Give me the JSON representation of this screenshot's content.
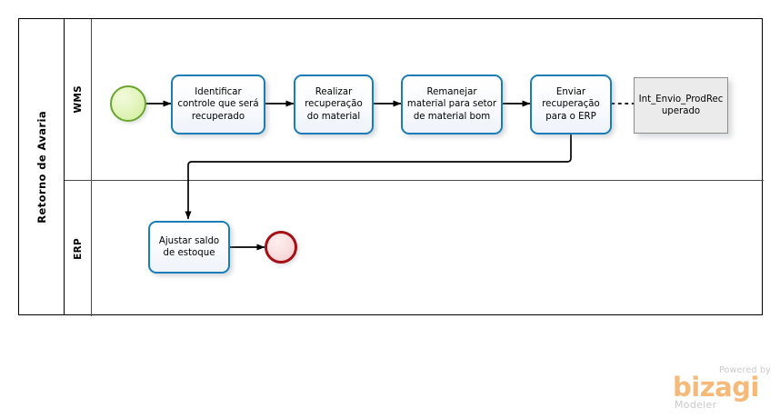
{
  "diagram": {
    "type": "bpmn-process",
    "pool": {
      "label": "Retorno de Avaria",
      "lanes": [
        {
          "id": "wms",
          "label": "WMS"
        },
        {
          "id": "erp",
          "label": "ERP"
        }
      ]
    },
    "events": [
      {
        "id": "start",
        "kind": "start-event",
        "lane": "wms",
        "label": ""
      },
      {
        "id": "end",
        "kind": "end-event",
        "lane": "erp",
        "label": ""
      }
    ],
    "tasks": [
      {
        "id": "t1",
        "lane": "wms",
        "label": "Identificar controle que será recuperado"
      },
      {
        "id": "t2",
        "lane": "wms",
        "label": "Realizar recuperação do material"
      },
      {
        "id": "t3",
        "lane": "wms",
        "label": "Remanejar material para setor de material bom"
      },
      {
        "id": "t4",
        "lane": "wms",
        "label": "Enviar recuperação para o ERP"
      },
      {
        "id": "t5",
        "lane": "erp",
        "label": "Ajustar saldo de estoque"
      }
    ],
    "data_objects": [
      {
        "id": "d1",
        "lane": "wms",
        "label": "Int_Envio_ProdRecuperado"
      }
    ],
    "flows": [
      {
        "from": "start",
        "to": "t1",
        "kind": "sequence-flow"
      },
      {
        "from": "t1",
        "to": "t2",
        "kind": "sequence-flow"
      },
      {
        "from": "t2",
        "to": "t3",
        "kind": "sequence-flow"
      },
      {
        "from": "t3",
        "to": "t4",
        "kind": "sequence-flow"
      },
      {
        "from": "t4",
        "to": "d1",
        "kind": "association"
      },
      {
        "from": "t4",
        "to": "t5",
        "kind": "sequence-flow"
      },
      {
        "from": "t5",
        "to": "end",
        "kind": "sequence-flow"
      }
    ]
  },
  "watermark": {
    "powered_by": "Powered by",
    "brand": "bizagi",
    "product": "Modeler"
  },
  "colors": {
    "task_border": "#1c7cb5",
    "task_fill": "#eef3fa",
    "start_event_border": "#6aa52e",
    "start_event_fill": "#cdeb9b",
    "end_event_border": "#a51016",
    "end_event_fill": "#f3c8ca",
    "data_object_fill": "#ebebeb",
    "data_object_border": "#8c8c8c",
    "pool_border": "#000000",
    "connector": "#000000",
    "watermark_brand": "#f5b97a",
    "watermark_text": "#c9c9c9"
  }
}
